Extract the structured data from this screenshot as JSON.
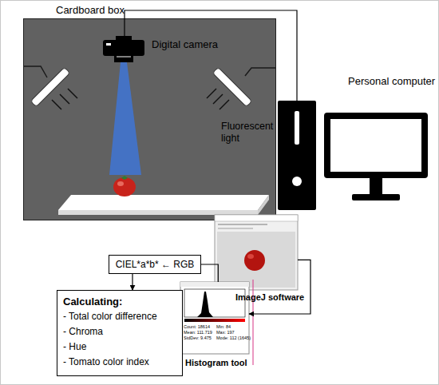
{
  "diagram": {
    "nodes": [
      {
        "text": [
          "Cardboard box"
        ]
      },
      {
        "text": [
          "Digital camera"
        ],
        "in": 0
      },
      {
        "text": [
          "Personal computer"
        ]
      },
      {
        "text": [
          "ImageJ software"
        ]
      },
      {
        "text": [
          "Histogram tool"
        ]
      },
      {
        "text": [
          "CIEL*a*b* ← RGB"
        ]
      },
      {
        "text": [
          "Calculating:",
          "- Total color difference",
          "- Chroma",
          "- Hue",
          "- Tomato color index"
        ]
      }
    ],
    "edges": [
      {
        "from": 1,
        "to": 2,
        "arrow": "none"
      },
      {
        "from": 3,
        "to": 4,
        "arrow": "to"
      },
      {
        "from": 4,
        "to": 5,
        "arrow": "none"
      },
      {
        "from": 5,
        "to": 6,
        "arrow": "to"
      }
    ],
    "labels": [
      "Fluorescent light",
      "Count: 18614",
      "Mean: 111.719",
      "StdDev: 9.475",
      "Min: 84",
      "Max: 197",
      "Mode: 112 (1645)"
    ]
  }
}
